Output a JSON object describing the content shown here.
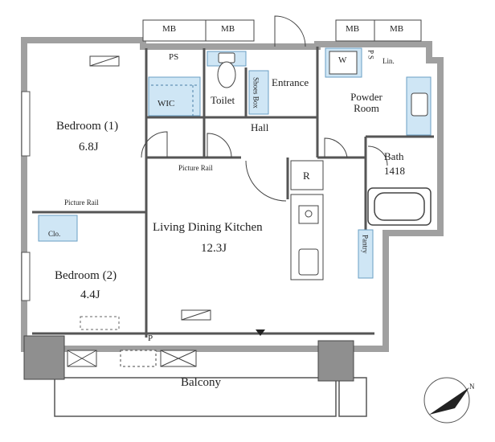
{
  "labels": {
    "mb1": "MB",
    "mb2": "MB",
    "mb3": "MB",
    "mb4": "MB",
    "ps_top": "PS",
    "ps_v": "P S",
    "w": "W",
    "lin": "Lin.",
    "wic": "WIC",
    "toilet": "Toilet",
    "shoes_box": "Shoes Box",
    "entrance": "Entrance",
    "powder_room": "Powder Room",
    "bedroom1": "Bedroom (1)",
    "bedroom1_size": "6.8J",
    "hall": "Hall",
    "bath": "Bath",
    "bath_size": "1418",
    "picture_rail_ldk": "Picture Rail",
    "picture_rail_bed": "Picture Rail",
    "r": "R",
    "ldk": "Living Dining Kitchen",
    "ldk_size": "12.3J",
    "clo": "Clo.",
    "pantry": "Pantry",
    "bedroom2": "Bedroom (2)",
    "bedroom2_size": "4.4J",
    "p": "P",
    "balcony": "Balcony"
  },
  "colors": {
    "wall": "#9a9a9a",
    "fill_blue": "#cfe6f5",
    "line": "#444444"
  },
  "icons": {
    "compass": "north-arrow-icon"
  }
}
